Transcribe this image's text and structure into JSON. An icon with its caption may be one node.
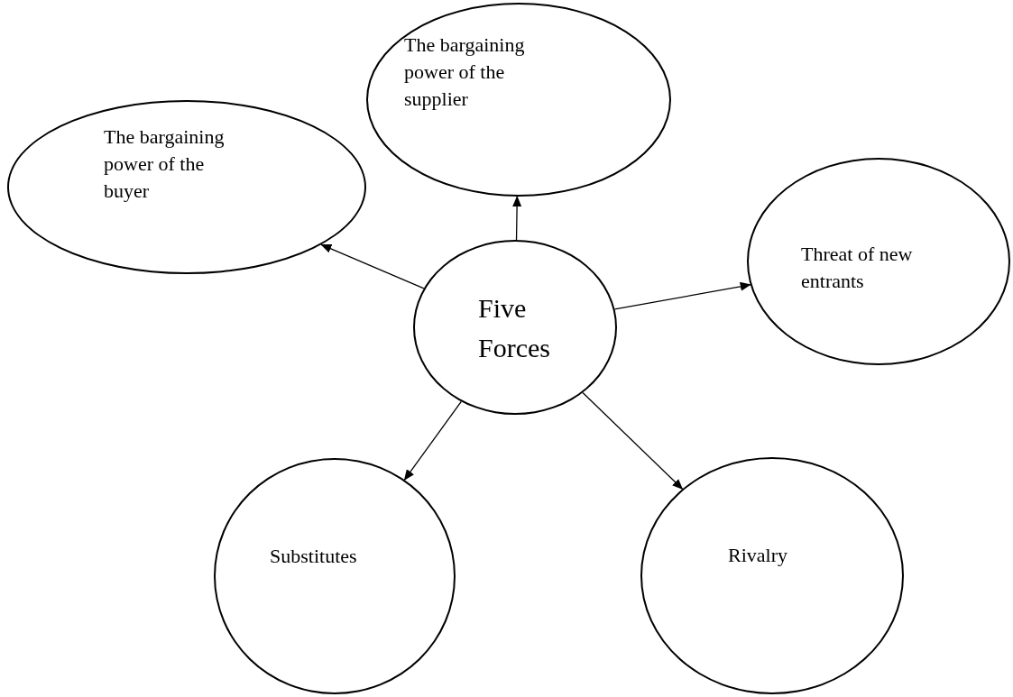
{
  "diagram": {
    "nodes": [
      {
        "text": [
          "The bargaining power of the supplier"
        ]
      },
      {
        "text": [
          "The bargaining power of the buyer"
        ]
      },
      {
        "text": [
          "Threat of new entrants"
        ]
      },
      {
        "text": [
          "Five Forces"
        ]
      },
      {
        "text": [
          "Substitutes"
        ]
      },
      {
        "text": [
          "Rivalry"
        ]
      }
    ],
    "edges": [
      {
        "from": 3,
        "to": 0,
        "arrow": "to"
      },
      {
        "from": 3,
        "to": 1,
        "arrow": "to"
      },
      {
        "from": 3,
        "to": 2,
        "arrow": "to"
      },
      {
        "from": 3,
        "to": 4,
        "arrow": "to"
      },
      {
        "from": 3,
        "to": 5,
        "arrow": "to"
      }
    ]
  }
}
